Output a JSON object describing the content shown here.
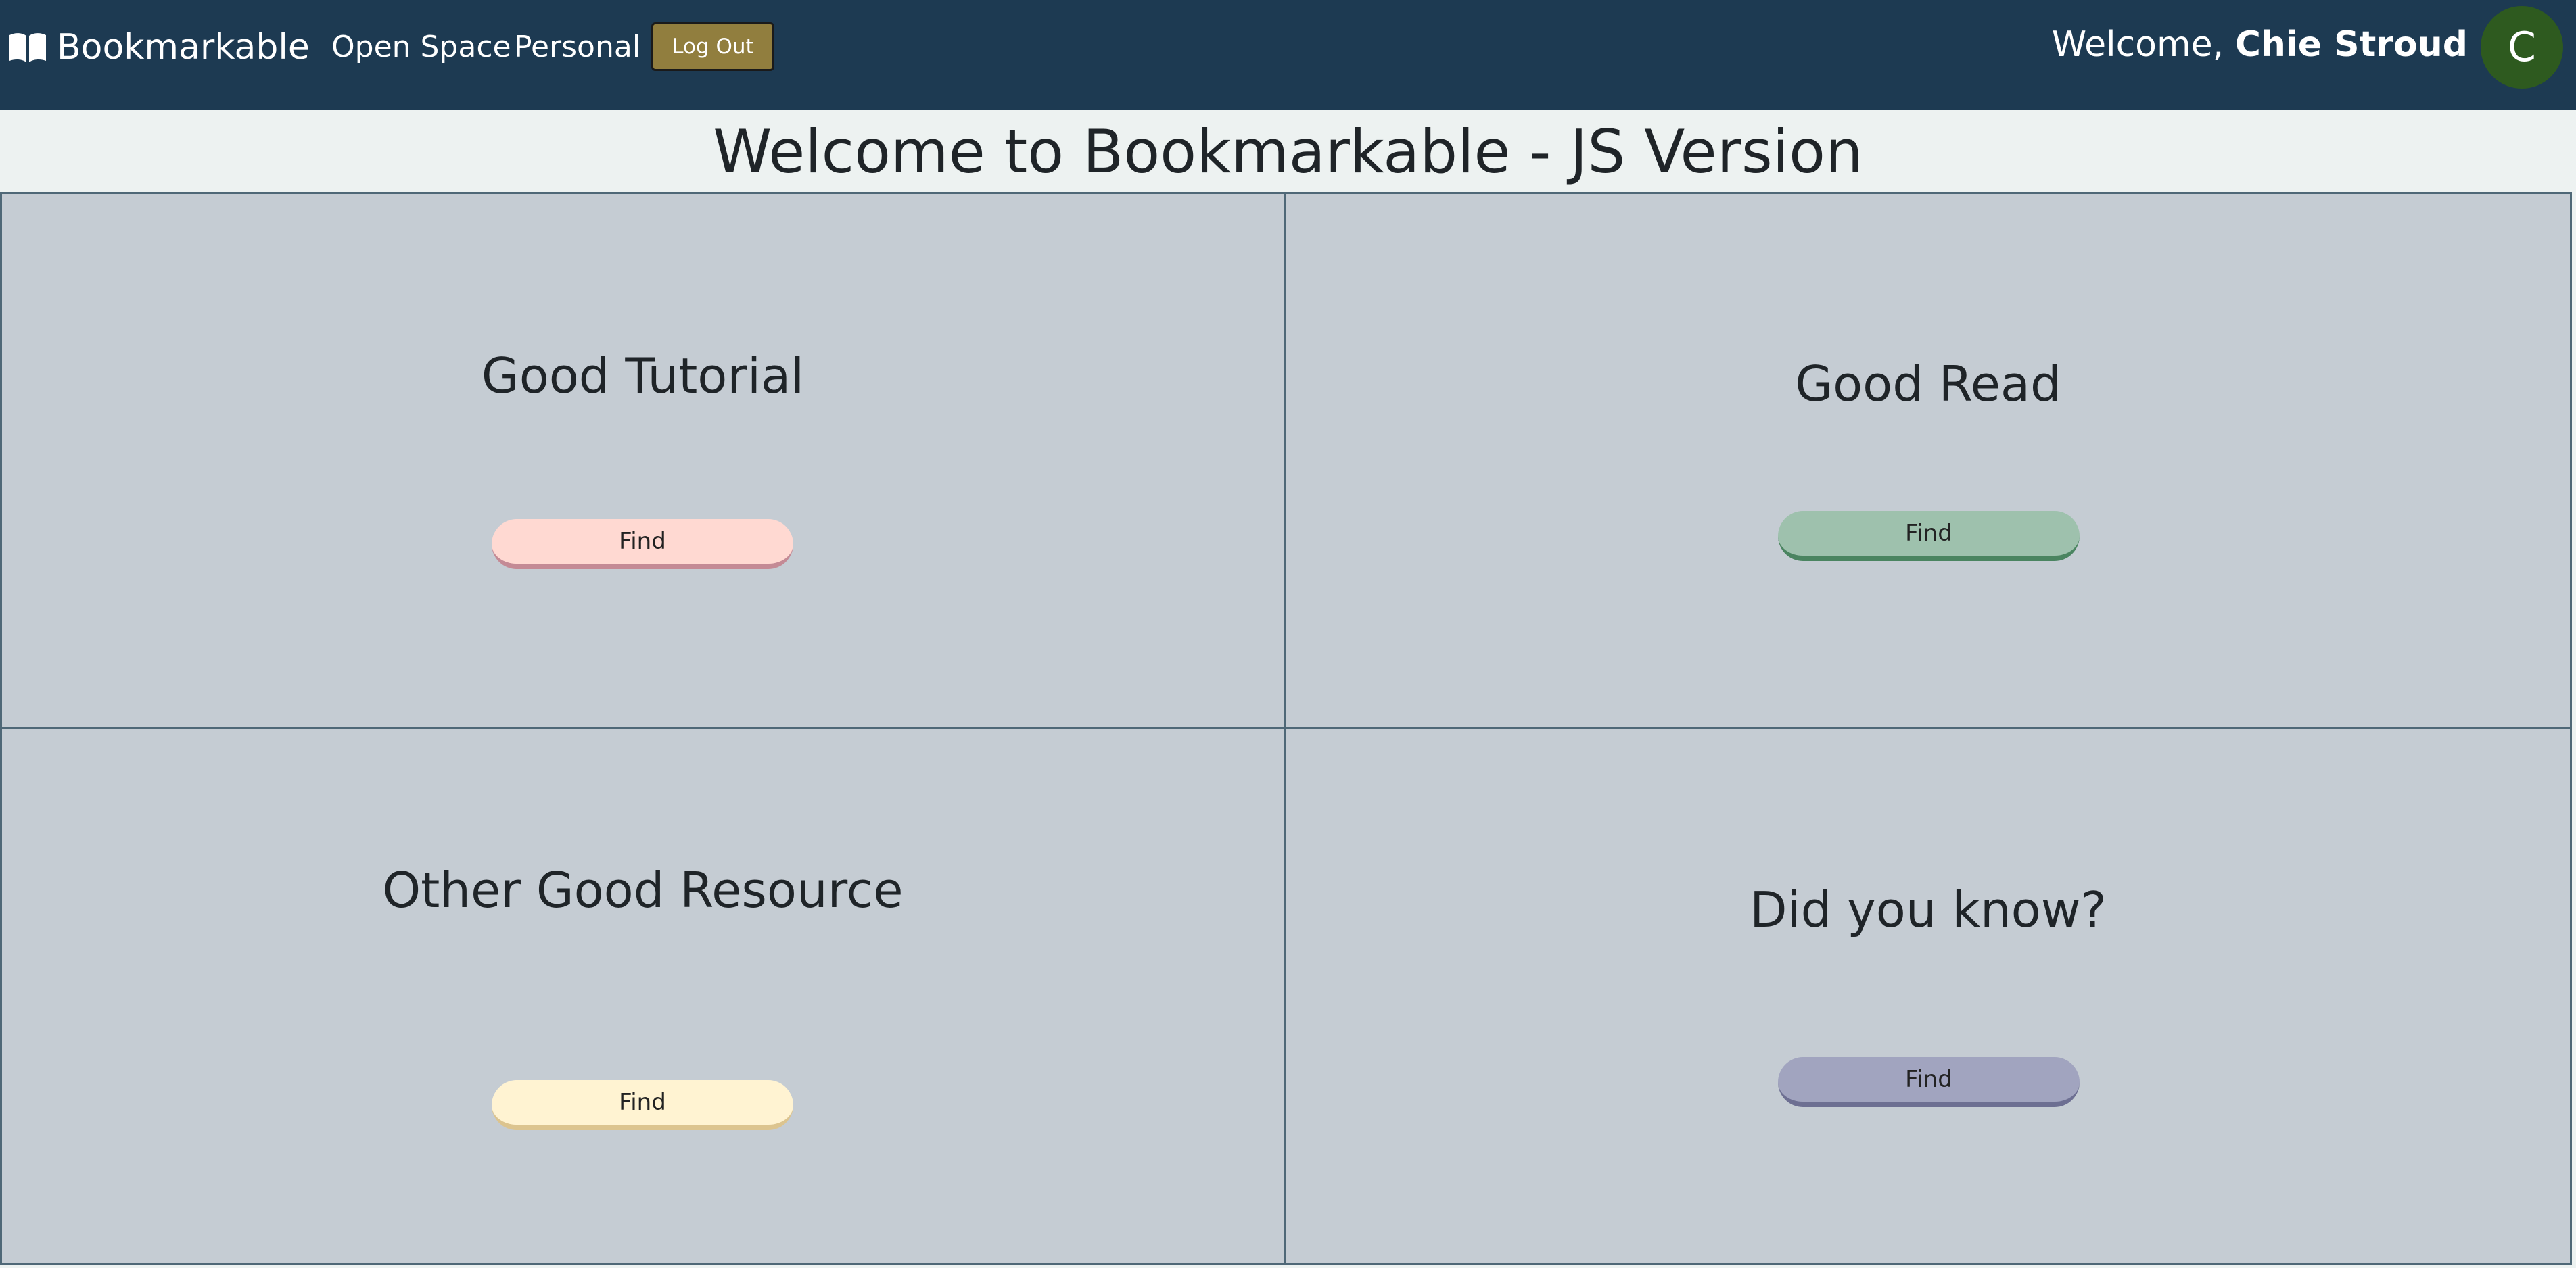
{
  "navbar": {
    "brand": "Bookmarkable",
    "brand_icon": "open-book-icon",
    "links": [
      {
        "label": "Open Space"
      },
      {
        "label": "Personal"
      }
    ],
    "logout_label": "Log Out",
    "welcome_prefix": "Welcome, ",
    "user_name": "Chie Stroud",
    "avatar_initial": "C",
    "colors": {
      "bar": "#1d3a52",
      "logout": "#917e3e",
      "avatar": "#2e5a1f"
    }
  },
  "page_title": "Welcome to Bookmarkable - JS Version",
  "panels": [
    {
      "title": "Good Tutorial",
      "button_label": "Find",
      "button_color": "#ffd9d2"
    },
    {
      "title": "Good Read",
      "button_label": "Find",
      "button_color": "#9ec1ad"
    },
    {
      "title": "Other Good Resource",
      "button_label": "Find",
      "button_color": "#fff3d2"
    },
    {
      "title": "Did you know?",
      "button_label": "Find",
      "button_color": "#a1a4bf"
    }
  ]
}
